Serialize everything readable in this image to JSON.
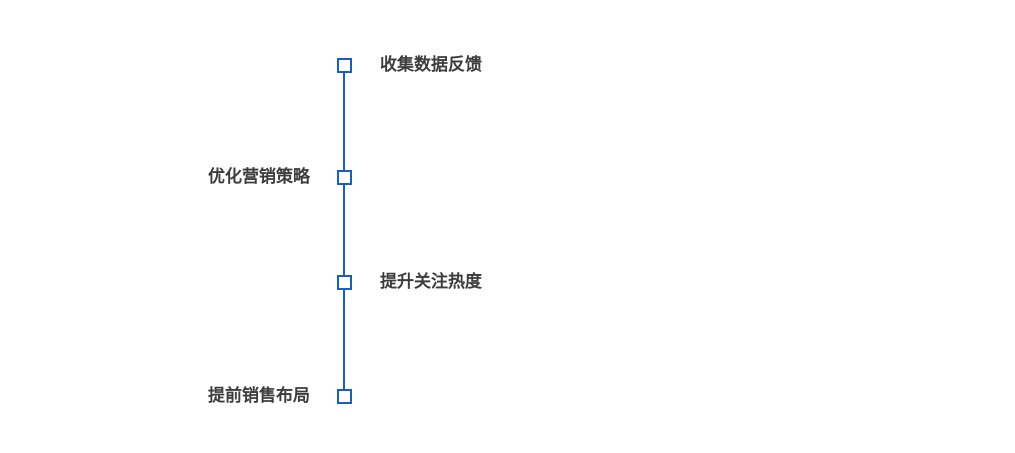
{
  "diagram": {
    "type": "vertical-timeline",
    "line_color": "#1760BD",
    "node_border_color": "#1760BD",
    "node_fill_color": "#ffffff",
    "text_color": "#3c3c3c",
    "nodes": [
      {
        "label": "收集数据反馈",
        "side": "right"
      },
      {
        "label": "优化营销策略",
        "side": "left"
      },
      {
        "label": "提升关注热度",
        "side": "right"
      },
      {
        "label": "提前销售布局",
        "side": "left"
      }
    ]
  }
}
